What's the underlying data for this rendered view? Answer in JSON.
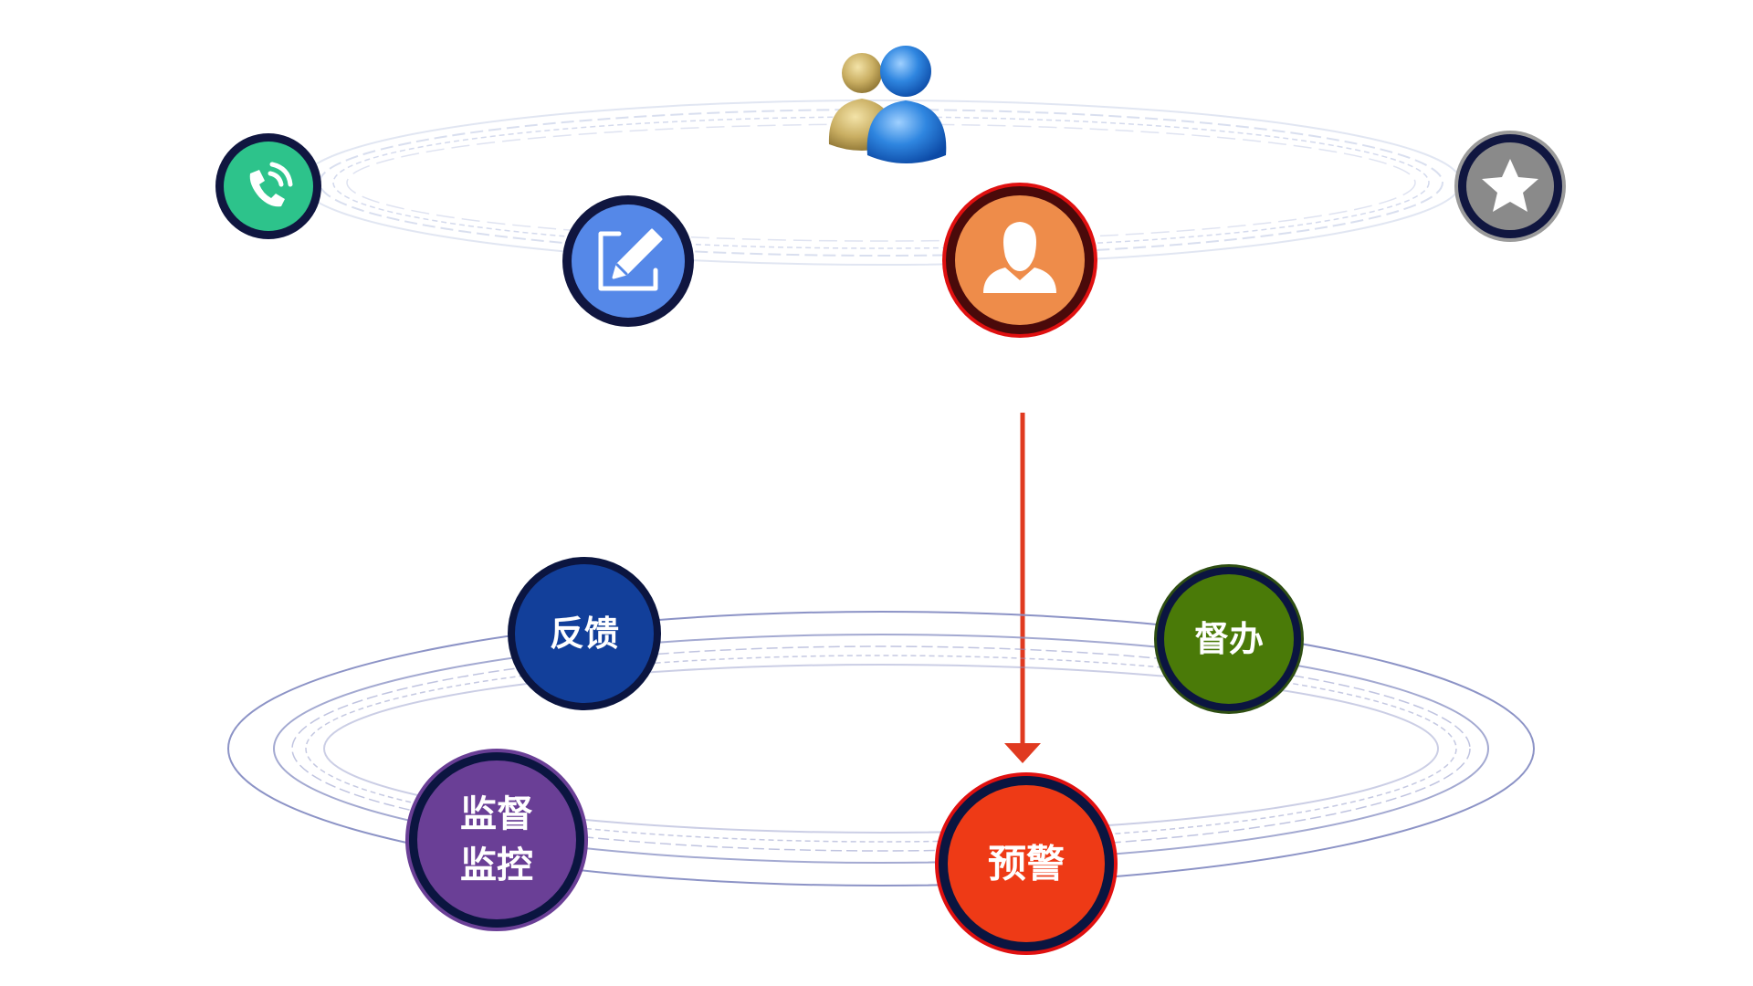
{
  "top_ring": {
    "icons": [
      {
        "name": "phone-icon",
        "fill": "#2DC38B",
        "border": "#101640"
      },
      {
        "name": "edit-icon",
        "fill": "#5588E8",
        "border": "#101640"
      },
      {
        "name": "user-icon",
        "fill": "#EE8C4A",
        "border": "#4A0A0A",
        "outer": "#E01010"
      },
      {
        "name": "star-icon",
        "fill": "#8A8A8A",
        "border": "#101640",
        "outer": "#9A9A9A"
      }
    ],
    "group_icon": "users-group-icon"
  },
  "arrow": {
    "color": "#E03A20"
  },
  "bottom_ring": {
    "nodes": {
      "feedback": {
        "label": "反馈",
        "fill": "#123F9A",
        "border": "#0B1540"
      },
      "supervise": {
        "label": "督办",
        "fill": "#4A7A08",
        "border": "#0B1540"
      },
      "monitor": {
        "line1": "监督",
        "line2": "监控",
        "fill": "#6A3F96",
        "border": "#0B1540"
      },
      "warning": {
        "label": "预警",
        "fill": "#EE3A16",
        "border": "#0B1540",
        "outer": "#E01010"
      }
    }
  },
  "colors": {
    "ring_top": "#C9D1E8",
    "ring_bottom": "#8C93C6"
  }
}
